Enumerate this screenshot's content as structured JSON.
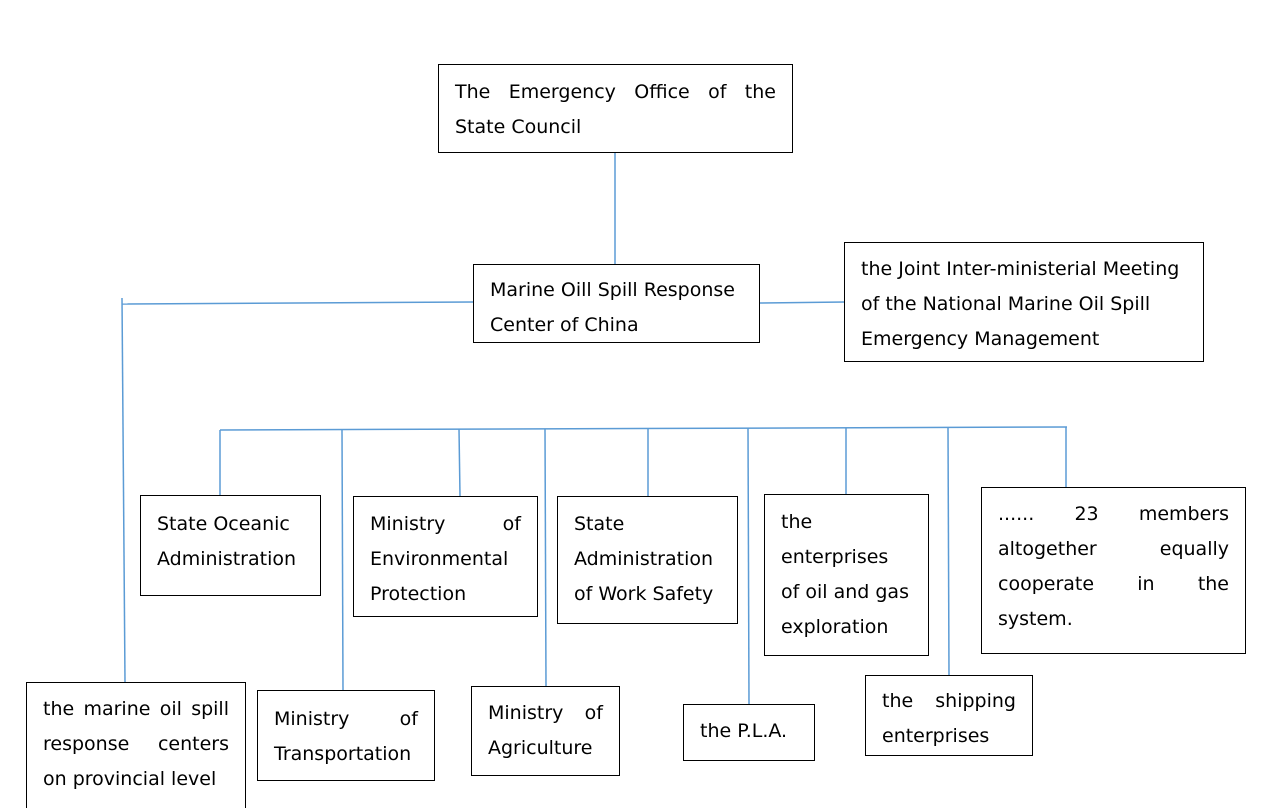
{
  "colors": {
    "connector": "#5b9bd5",
    "box_border": "#000000",
    "background": "#ffffff"
  },
  "nodes": {
    "emergency_office": {
      "text": "The Emergency Office of the State Council"
    },
    "response_center": {
      "text": "Marine Oill Spill Response Center of China"
    },
    "joint_meeting": {
      "text": "the Joint Inter-ministerial Meeting of the National Marine Oil Spill Emergency Management"
    },
    "state_oceanic": {
      "text": "State Oceanic Administration"
    },
    "env_protection": {
      "text": "Ministry of Environmental Protection"
    },
    "work_safety": {
      "text": "State Administration of Work Safety"
    },
    "oil_gas": {
      "text": "the enterprises of oil and gas exploration"
    },
    "members": {
      "text": "...... 23 members altogether equally cooperate in the system."
    },
    "provincial_centers": {
      "text": "the marine oil spill response centers on provincial level"
    },
    "transportation": {
      "text": "Ministry of Transportation"
    },
    "agriculture": {
      "text": "Ministry of Agriculture"
    },
    "pla": {
      "text": "the P.L.A."
    },
    "shipping": {
      "text": "the shipping enterprises"
    }
  }
}
